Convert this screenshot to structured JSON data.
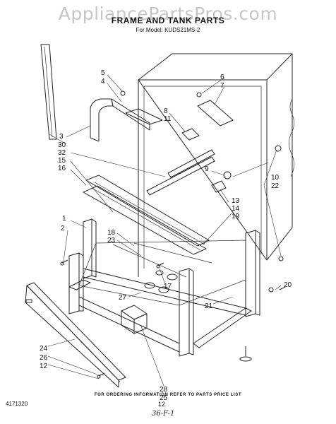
{
  "header": {
    "watermark": "AppliancePartsPros.com",
    "title": "FRAME AND TANK PARTS",
    "subtitle": "For Model: KUDS21MS-2"
  },
  "callouts": [
    {
      "id": "c5",
      "text": "5"
    },
    {
      "id": "c4",
      "text": "4"
    },
    {
      "id": "c6",
      "text": "6"
    },
    {
      "id": "c7",
      "text": "7"
    },
    {
      "id": "c8",
      "text": "8"
    },
    {
      "id": "c11",
      "text": "11"
    },
    {
      "id": "c3",
      "text": "3"
    },
    {
      "id": "c30",
      "text": "30"
    },
    {
      "id": "c32",
      "text": "32"
    },
    {
      "id": "c15",
      "text": "15"
    },
    {
      "id": "c16",
      "text": "16"
    },
    {
      "id": "c9",
      "text": "9"
    },
    {
      "id": "c10",
      "text": "10"
    },
    {
      "id": "c22",
      "text": "22"
    },
    {
      "id": "c13",
      "text": "13"
    },
    {
      "id": "c14",
      "text": "14"
    },
    {
      "id": "c19",
      "text": "19"
    },
    {
      "id": "c1",
      "text": "1"
    },
    {
      "id": "c2",
      "text": "2"
    },
    {
      "id": "c18",
      "text": "18"
    },
    {
      "id": "c23",
      "text": "23"
    },
    {
      "id": "c17",
      "text": "17"
    },
    {
      "id": "c27",
      "text": "27"
    },
    {
      "id": "c20",
      "text": "20"
    },
    {
      "id": "c21",
      "text": "21"
    },
    {
      "id": "c24",
      "text": "24"
    },
    {
      "id": "c26",
      "text": "26"
    },
    {
      "id": "c12",
      "text": "12"
    },
    {
      "id": "c28",
      "text": "28"
    },
    {
      "id": "c25",
      "text": "25"
    }
  ],
  "footer": {
    "ordering_note": "FOR ORDERING INFORMATION REFER TO PARTS PRICE LIST",
    "doc_number": "4171320",
    "page_number": "12",
    "handwritten_note": "36-F-1"
  }
}
